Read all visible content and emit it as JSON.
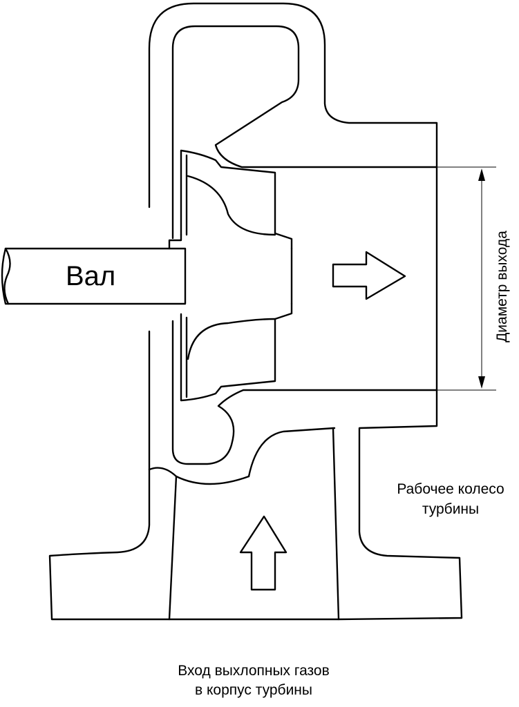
{
  "labels": {
    "shaft": "Вал",
    "exit_diameter": "Диаметр выхода",
    "wheel_line1": "Рабочее колесо",
    "wheel_line2": "турбины",
    "inlet_line1": "Вход выхлопных газов",
    "inlet_line2": "в корпус турбины"
  },
  "colors": {
    "line": "#000000",
    "background": "#ffffff"
  }
}
